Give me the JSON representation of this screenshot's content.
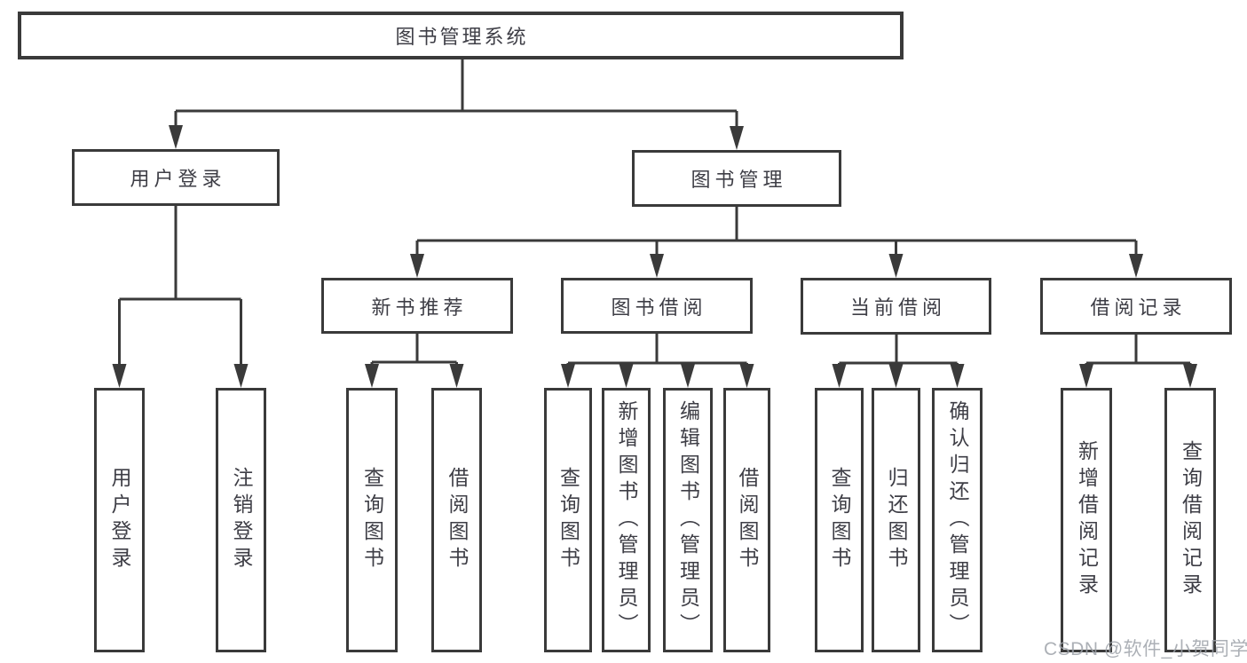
{
  "diagram": {
    "type": "tree-structure-chart",
    "nodes": {
      "root": "图书管理系统",
      "user_login": "用户登录",
      "book_mgmt": "图书管理",
      "new_book_rec": "新书推荐",
      "book_borrow": "图书借阅",
      "current_borrow": "当前借阅",
      "borrow_record": "借阅记录",
      "ul_user_login": "用户登录",
      "ul_logout": "注销登录",
      "nb_query": "查询图书",
      "nb_borrow": "借阅图书",
      "bb_query": "查询图书",
      "bb_add": "新增图书（管理员）",
      "bb_edit": "编辑图书（管理员）",
      "bb_borrow": "借阅图书",
      "cb_query": "查询图书",
      "cb_return": "归还图书",
      "cb_confirm": "确认归还（管理员）",
      "br_add": "新增借阅记录",
      "br_query": "查询借阅记录"
    },
    "hierarchy": {
      "图书管理系统": [
        "用户登录",
        "图书管理"
      ],
      "用户登录": [
        "用户登录",
        "注销登录"
      ],
      "图书管理": [
        "新书推荐",
        "图书借阅",
        "当前借阅",
        "借阅记录"
      ],
      "新书推荐": [
        "查询图书",
        "借阅图书"
      ],
      "图书借阅": [
        "查询图书",
        "新增图书（管理员）",
        "编辑图书（管理员）",
        "借阅图书"
      ],
      "当前借阅": [
        "查询图书",
        "归还图书",
        "确认归还（管理员）"
      ],
      "借阅记录": [
        "新增借阅记录",
        "查询借阅记录"
      ]
    },
    "colors": {
      "line": "#3a3a3a",
      "text": "#3e3e46",
      "background": "#ffffff",
      "watermark": "#9ea2a9"
    }
  },
  "watermark": "CSDN @软件_小贺同学"
}
